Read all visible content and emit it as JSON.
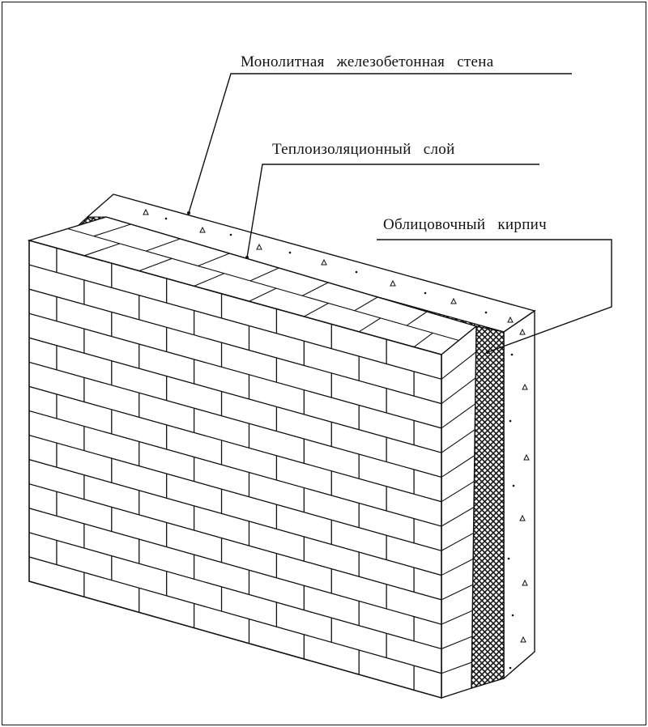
{
  "labels": {
    "concrete_wall": "Монолитная железобетонная стена",
    "insulation_layer": "Теплоизоляционный слой",
    "facing_brick": "Облицовочный кирпич"
  },
  "colors": {
    "line": "#111111",
    "background": "#ffffff",
    "insulation_fill": "#1a1a1a"
  }
}
